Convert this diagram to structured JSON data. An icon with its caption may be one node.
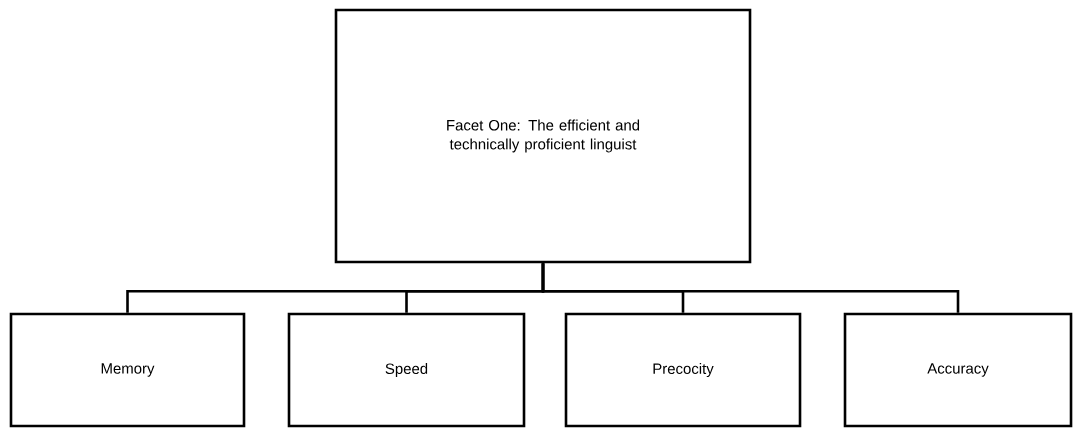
{
  "diagram": {
    "nodes": [
      {
        "text": [
          "Facet One: The efficient and technically proficient linguist"
        ]
      },
      {
        "text": [
          "Memory"
        ]
      },
      {
        "text": [
          "Speed"
        ]
      },
      {
        "text": [
          "Precocity"
        ]
      },
      {
        "text": [
          "Accuracy"
        ]
      }
    ],
    "edges": [
      {
        "from": 0,
        "to": 1,
        "arrow": "none"
      },
      {
        "from": 0,
        "to": 2,
        "arrow": "none"
      },
      {
        "from": 0,
        "to": 3,
        "arrow": "none"
      },
      {
        "from": 0,
        "to": 4,
        "arrow": "none"
      }
    ]
  }
}
